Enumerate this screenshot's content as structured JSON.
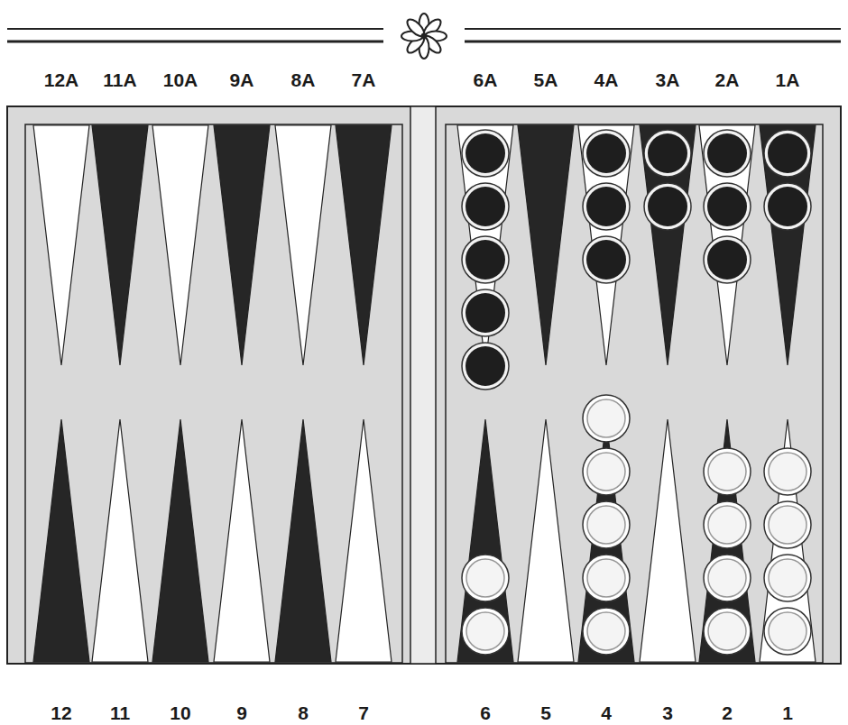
{
  "diagram": {
    "labels": [
      "12A",
      "11A",
      "10A",
      "9A",
      "8A",
      "7A",
      "6A",
      "5A",
      "4A",
      "3A",
      "2A",
      "1A",
      "12",
      "11",
      "10",
      "9",
      "8",
      "7",
      "6",
      "5",
      "4",
      "3",
      "2",
      "1"
    ]
  }
}
